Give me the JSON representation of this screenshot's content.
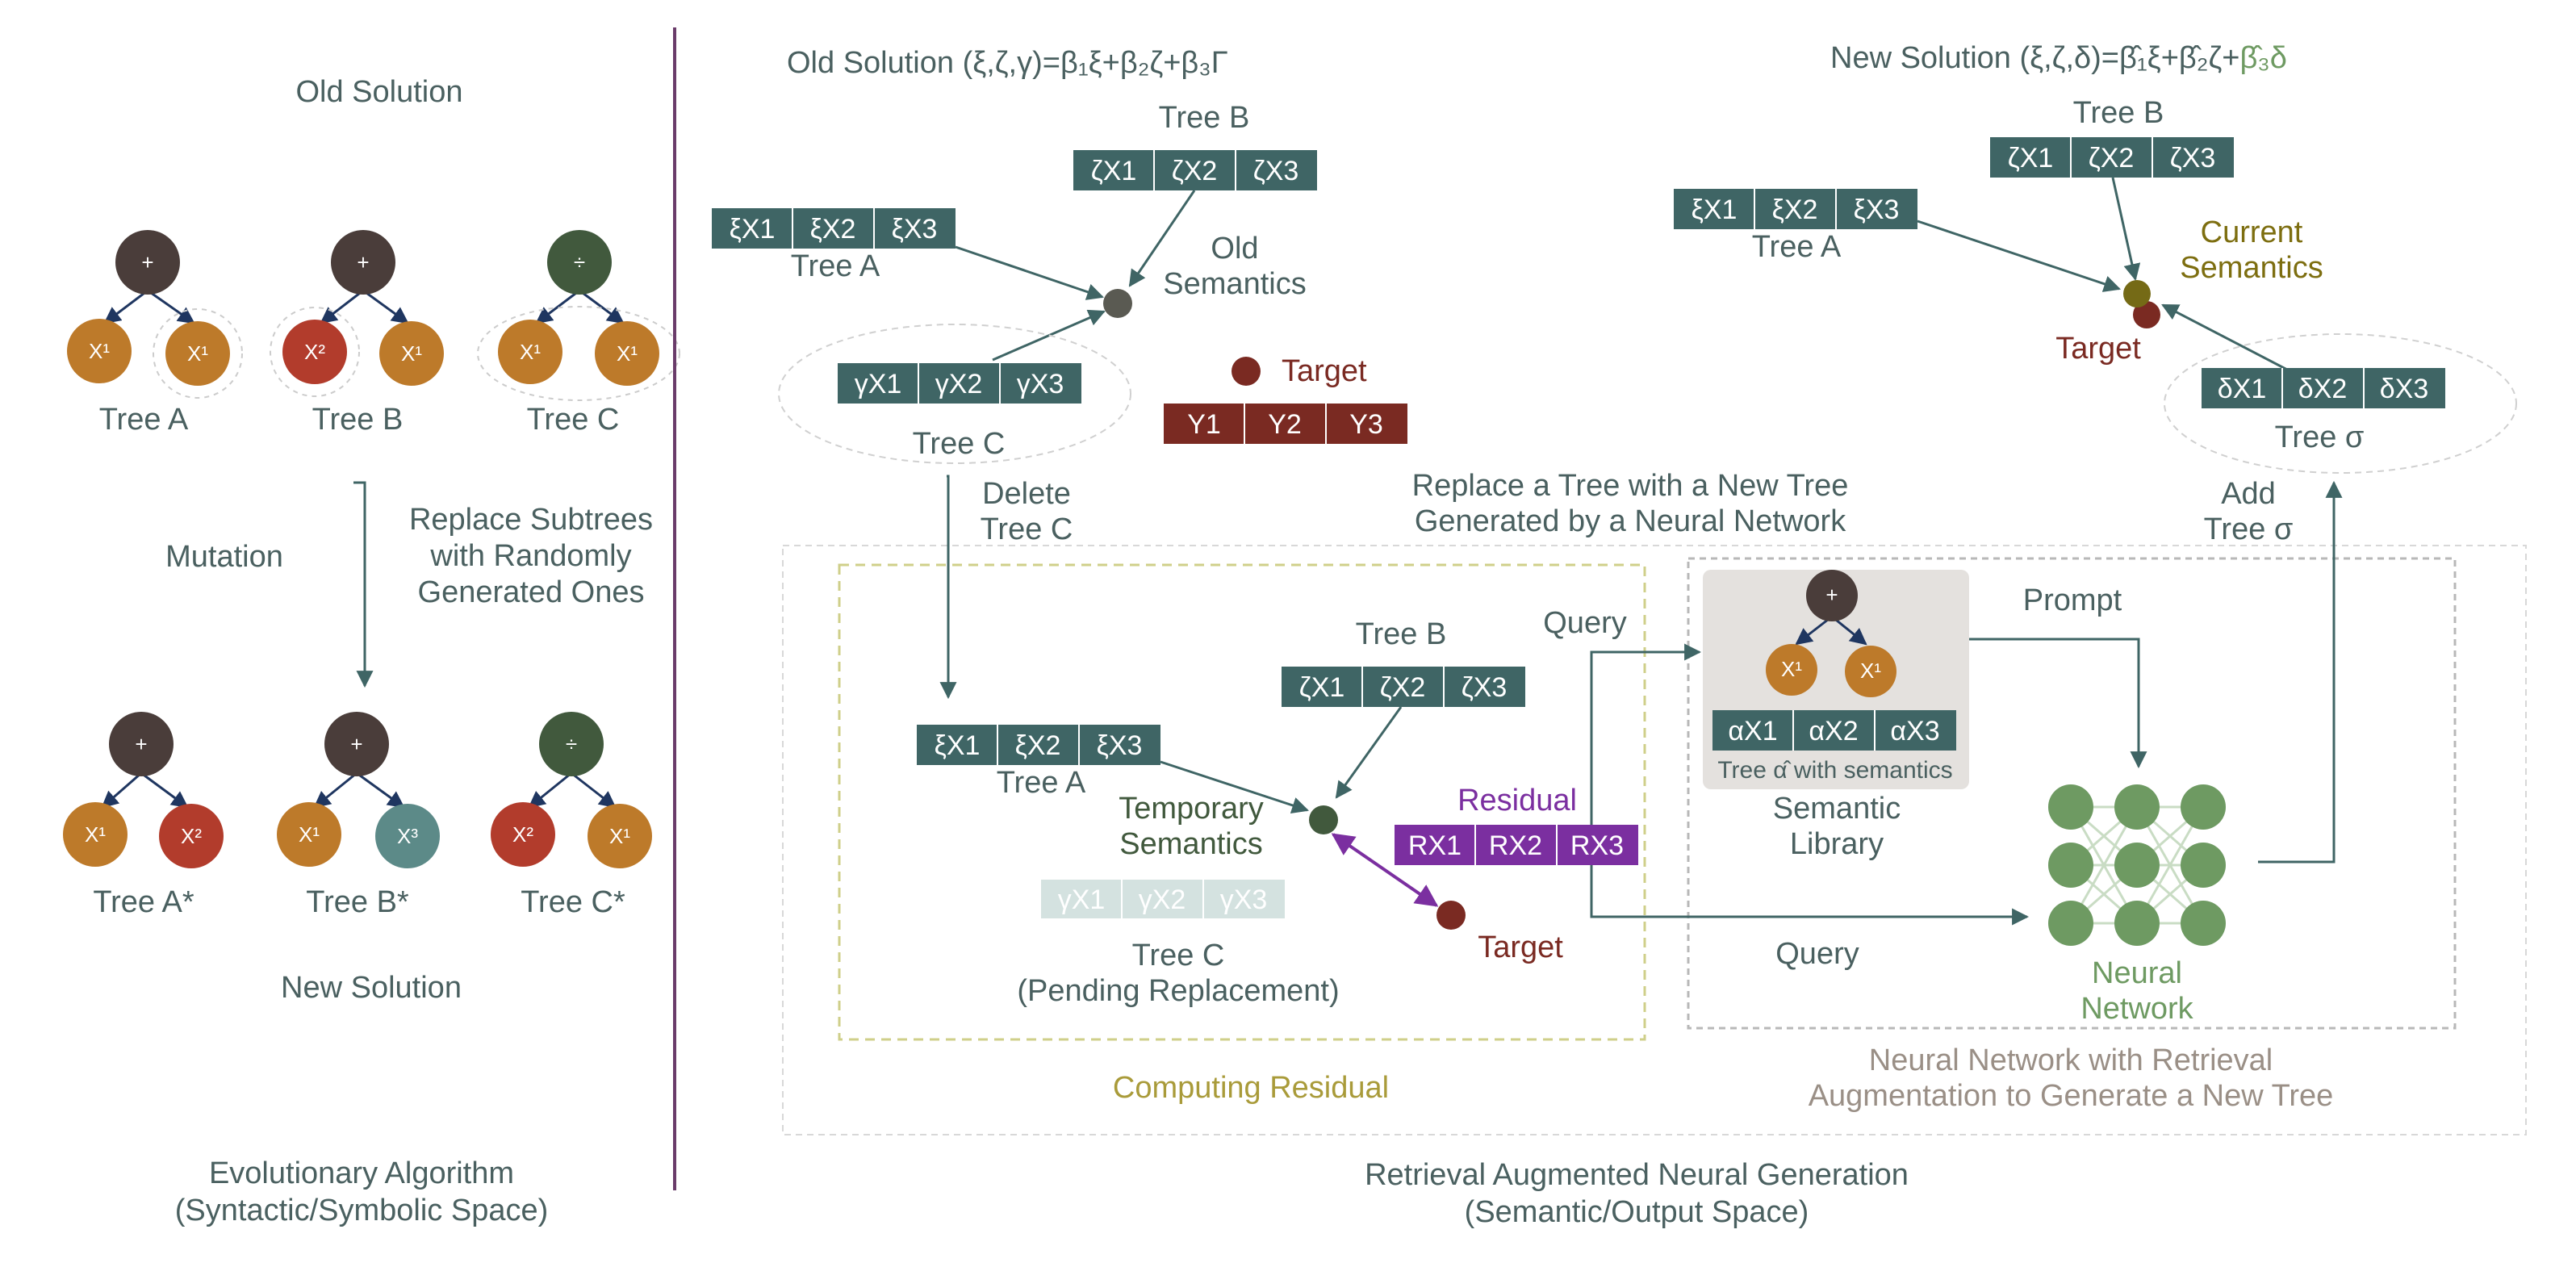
{
  "colors": {
    "teal_dark": "#3f6565",
    "teal_light": "#d4e2e0",
    "orange": "#bd7a2a",
    "red": "#b23c2c",
    "dark_root": "#4a3d3a",
    "green_root": "#41593d",
    "teal_node": "#5c8a88",
    "maroon": "#7a2a22",
    "purple": "#7b2fa0",
    "olive": "#a99b3a",
    "nn_green": "#6e9a62",
    "label": "#4a6060",
    "divider": "#6a3c6a"
  },
  "left": {
    "old_solution": "Old Solution",
    "new_solution": "New Solution",
    "mutation": "Mutation",
    "replace_note": [
      "Replace Subtrees",
      "with Randomly",
      "Generated Ones"
    ],
    "footer": [
      "Evolutionary Algorithm",
      "(Syntactic/Symbolic Space)"
    ],
    "old_trees": [
      {
        "root": "+",
        "left": "X¹",
        "right": "X¹",
        "label": "Tree A"
      },
      {
        "root": "+",
        "left": "X²",
        "right": "X¹",
        "label": "Tree B"
      },
      {
        "root": "÷",
        "left": "X¹",
        "right": "X¹",
        "label": "Tree C"
      }
    ],
    "new_trees": [
      {
        "root": "+",
        "left": "X¹",
        "right": "X²",
        "label": "Tree A*"
      },
      {
        "root": "+",
        "left": "X¹",
        "right": "X³",
        "label": "Tree B*"
      },
      {
        "root": "÷",
        "left": "X²",
        "right": "X¹",
        "label": "Tree C*"
      }
    ]
  },
  "right": {
    "old_formula": "Old Solution (ξ,ζ,γ)=β₁ξ+β₂ζ+β₃Γ",
    "new_formula_main": "New Solution (ξ,ζ,δ)=β̂₁ξ+β̂₂ζ+",
    "new_formula_tail": "β̂₃δ",
    "tree_a": "Tree A",
    "tree_b": "Tree B",
    "tree_c": "Tree C",
    "tree_sigma": "Tree σ",
    "xi": [
      "ξX1",
      "ξX2",
      "ξX3"
    ],
    "zeta": [
      "ζX1",
      "ζX2",
      "ζX3"
    ],
    "gamma": [
      "γX1",
      "γX2",
      "γX3"
    ],
    "delta": [
      "δX1",
      "δX2",
      "δX3"
    ],
    "residual_cells": [
      "RX1",
      "RX2",
      "RX3"
    ],
    "alpha": [
      "αX1",
      "αX2",
      "αX3"
    ],
    "target_cells": [
      "Y1",
      "Y2",
      "Y3"
    ],
    "old_semantics": [
      "Old",
      "Semantics"
    ],
    "target": "Target",
    "current_semantics": [
      "Current",
      "Semantics"
    ],
    "delete_tree_c": [
      "Delete",
      "Tree C"
    ],
    "replace_tree": [
      "Replace a Tree with a New Tree",
      "Generated by a Neural Network"
    ],
    "add_tree_sigma": [
      "Add",
      "Tree σ"
    ],
    "temporary_semantics": [
      "Temporary",
      "Semantics"
    ],
    "residual": "Residual",
    "tree_c_pending": [
      "Tree C",
      "(Pending Replacement)"
    ],
    "computing_residual": "Computing Residual",
    "query": "Query",
    "prompt": "Prompt",
    "library_tree": {
      "root": "+",
      "left": "X¹",
      "right": "X¹"
    },
    "library_caption": "Tree α̂ with semantics",
    "semantic_library": [
      "Semantic",
      "Library"
    ],
    "neural_network": [
      "Neural",
      "Network"
    ],
    "nn_retrieval": [
      "Neural Network with Retrieval",
      "Augmentation to Generate a New Tree"
    ],
    "footer": [
      "Retrieval Augmented Neural Generation",
      "(Semantic/Output Space)"
    ]
  }
}
